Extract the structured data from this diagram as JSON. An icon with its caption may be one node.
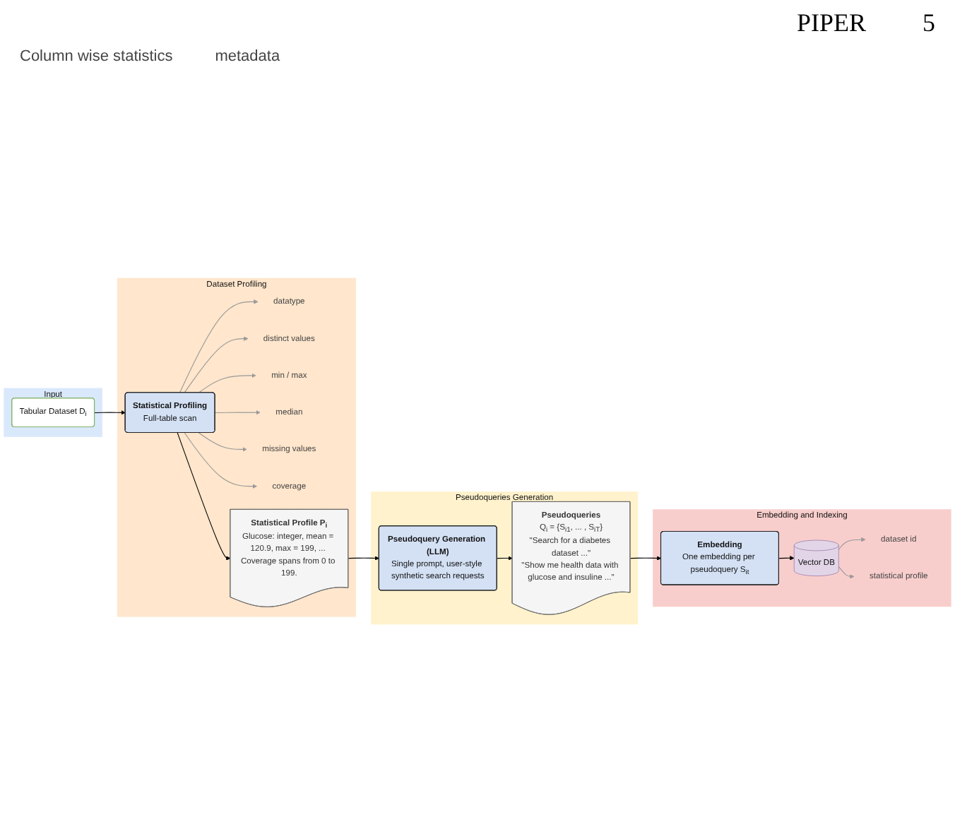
{
  "diagram": {
    "nodes": [
      {
        "text": [
          "Input"
        ]
      },
      {
        "text": [
          "Tabular Dataset D$_{i}$"
        ],
        "in": 0
      },
      {
        "text": [
          "Dataset Profiling"
        ]
      },
      {
        "text": [
          "Statistical Profiling",
          "Full-table scan"
        ],
        "in": 2
      },
      {
        "text": [
          "datatype"
        ],
        "in": 2
      },
      {
        "text": [
          "distinct values"
        ],
        "in": 2
      },
      {
        "text": [
          "min / max"
        ],
        "in": 2
      },
      {
        "text": [
          "median"
        ],
        "in": 2
      },
      {
        "text": [
          "missing values"
        ],
        "in": 2
      },
      {
        "text": [
          "coverage"
        ],
        "in": 2
      },
      {
        "text": [
          "Statistical Profile P$_{i}$",
          "Glucose: integer, mean = 120.9, max = 199, ... Coverage spans from 0 to 199."
        ],
        "in": 2
      },
      {
        "text": [
          "Embedding and Indexing"
        ]
      },
      {
        "text": [
          "dataset id"
        ],
        "in": 11
      },
      {
        "text": [
          "statistical profile"
        ],
        "in": 11
      },
      {
        "text": [
          "Vector DB"
        ],
        "in": 11
      },
      {
        "text": [
          "Embedding",
          "One embedding per pseudoquery S$_{it}$"
        ],
        "in": 11
      },
      {
        "text": [
          "Pseudoqueries Generation"
        ]
      },
      {
        "text": [
          "Pseudoqueries",
          "Q$_{i}$ = {S$_{i1}$, ... , S$_{iT}$}",
          "\"Search for a diabetes dataset ...\"",
          "\"Show me health data with glucose and insuline ...\""
        ],
        "in": 16
      },
      {
        "text": [
          "Pseudoquery Generation (LLM)",
          "Single prompt, user-style synthetic search requests"
        ],
        "in": 16
      }
    ],
    "edges": [
      {
        "from": 1,
        "to": 3,
        "arrow": "to",
        "color": "#000000"
      },
      {
        "from": 3,
        "to": 4,
        "arrow": "to"
      },
      {
        "from": 3,
        "to": 5,
        "arrow": "to"
      },
      {
        "from": 3,
        "to": 6,
        "arrow": "to"
      },
      {
        "from": 3,
        "to": 7,
        "arrow": "to"
      },
      {
        "from": 3,
        "to": 8,
        "arrow": "to"
      },
      {
        "from": 3,
        "to": 9,
        "arrow": "to"
      },
      {
        "from": 3,
        "to": 10,
        "arrow": "to",
        "color": "#000000"
      },
      {
        "from": 10,
        "to": 18,
        "arrow": "to",
        "color": "#000000"
      },
      {
        "from": 18,
        "to": 17,
        "arrow": "to",
        "color": "#000000"
      },
      {
        "from": 17,
        "to": 15,
        "arrow": "to",
        "color": "#000000"
      },
      {
        "from": 15,
        "to": 14,
        "arrow": "to",
        "color": "#000000"
      },
      {
        "from": 14,
        "to": 12,
        "arrow": "to"
      },
      {
        "from": 14,
        "to": 13,
        "arrow": "to"
      }
    ],
    "labels": [
      "PIPER",
      "5",
      "Column wise statistics",
      "metadata"
    ]
  }
}
